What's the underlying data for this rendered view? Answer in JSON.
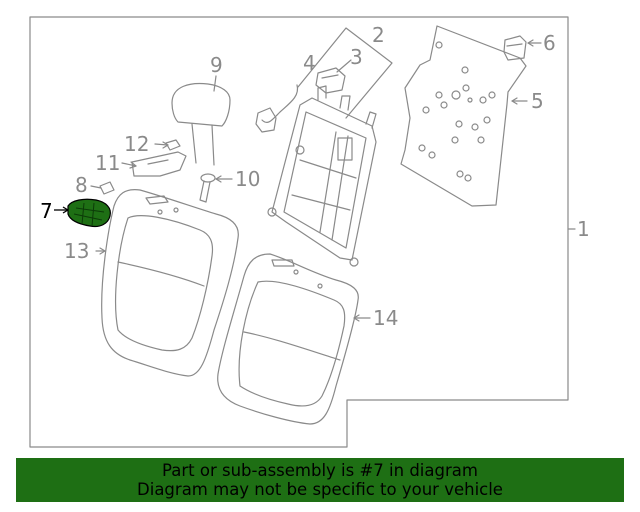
{
  "colors": {
    "line": "#8a8a8a",
    "highlight_part": "#1e6f14",
    "highlight_label": "#000000",
    "banner_bg": "#1e6f14",
    "banner_text": "#000000"
  },
  "callouts": {
    "c1": "1",
    "c2": "2",
    "c3": "3",
    "c4": "4",
    "c5": "5",
    "c6": "6",
    "c7": "7",
    "c8": "8",
    "c9": "9",
    "c10": "10",
    "c11": "11",
    "c12": "12",
    "c13": "13",
    "c14": "14"
  },
  "highlighted_part": "7",
  "banner": {
    "line1": "Part or sub-assembly is #7 in diagram",
    "line2": "Diagram may not be specific to your vehicle"
  }
}
